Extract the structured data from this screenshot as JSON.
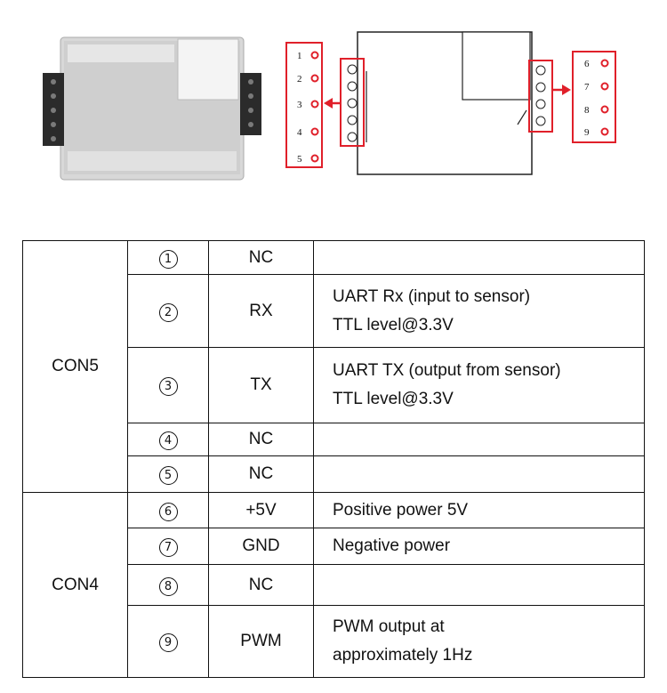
{
  "figure": {
    "con5_pin_labels": [
      "1",
      "2",
      "3",
      "4",
      "5"
    ],
    "con4_pin_labels": [
      "6",
      "7",
      "8",
      "9"
    ],
    "highlight_color": "#e0202a"
  },
  "table": {
    "groups": [
      {
        "name": "CON5",
        "rows": [
          {
            "num": "1",
            "name": "NC",
            "desc": []
          },
          {
            "num": "2",
            "name": "RX",
            "desc": [
              "UART Rx (input to sensor)",
              "TTL level@3.3V"
            ]
          },
          {
            "num": "3",
            "name": "TX",
            "desc": [
              "UART TX (output from sensor)",
              "TTL level@3.3V"
            ]
          },
          {
            "num": "4",
            "name": "NC",
            "desc": []
          },
          {
            "num": "5",
            "name": "NC",
            "desc": []
          }
        ]
      },
      {
        "name": "CON4",
        "rows": [
          {
            "num": "6",
            "name": "+5V",
            "desc": [
              "Positive power 5V"
            ]
          },
          {
            "num": "7",
            "name": "GND",
            "desc": [
              "Negative power"
            ]
          },
          {
            "num": "8",
            "name": "NC",
            "desc": []
          },
          {
            "num": "9",
            "name": "PWM",
            "desc": [
              "PWM output at",
              "approximately 1Hz"
            ]
          }
        ]
      }
    ]
  }
}
